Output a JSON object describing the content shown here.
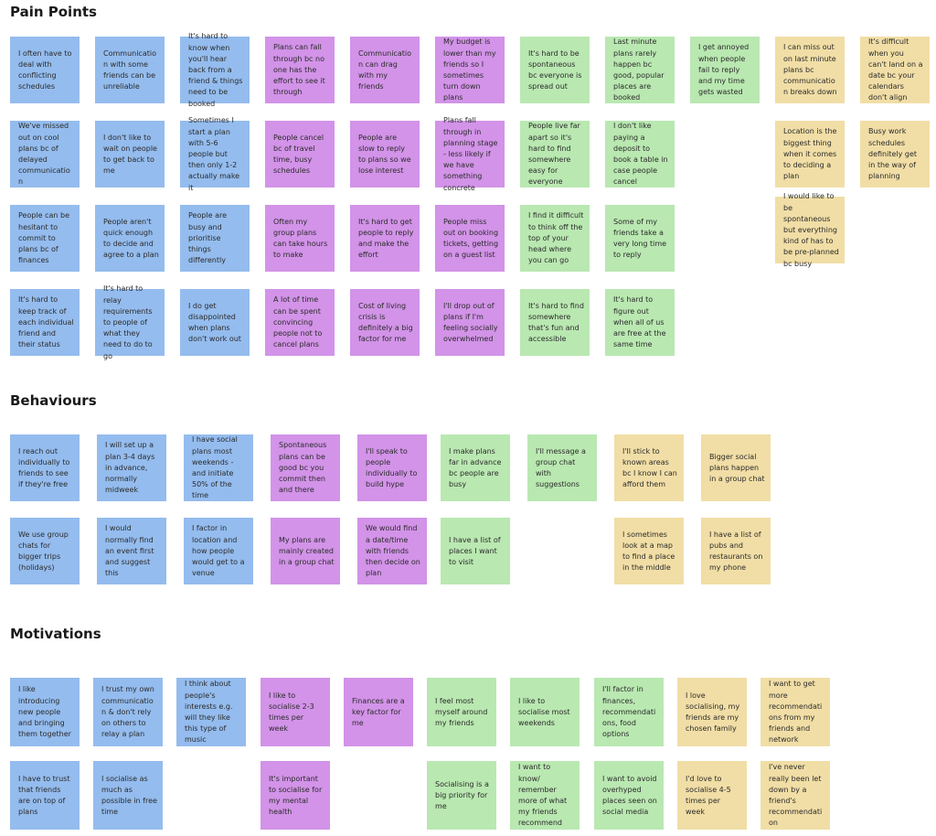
{
  "sections": {
    "pain_points": "Pain Points",
    "behaviours": "Behaviours",
    "motivations": "Motivations"
  },
  "colors": {
    "blue": "#94bcee",
    "purple": "#d293e8",
    "green": "#b9e8b1",
    "yellow": "#f1dea6"
  },
  "pain_points": [
    "I often have to deal with conflicting schedules",
    "Communication with some friends can be unreliable",
    "It's hard to know when you'll hear back from a friend & things need to be booked",
    "Plans can fall through bc no one has the effort to see it through",
    "Communication can drag with my friends",
    "My budget is lower than my friends so I sometimes turn down plans",
    "It's hard to be spontaneous bc everyone is spread out",
    "Last minute plans rarely happen bc good, popular places are booked",
    "I get annoyed when people fail to reply and my time gets wasted",
    "I can miss out on last minute plans bc communication breaks down",
    "It's difficult when you can't land on a date bc your calendars don't align",
    "We've missed out on cool plans bc of delayed communication",
    "I don't like to wait on people to get back to me",
    "Sometimes I start a plan with 5-6 people but then only 1-2 actually make it",
    "People cancel bc of travel time, busy schedules",
    "People are slow to reply to plans so we lose interest",
    "Plans fall through in planning stage - less likely if we have something concrete",
    "People live far apart so it's hard to find somewhere easy for everyone",
    "I don't like paying a deposit to book a table in case people cancel",
    "Location is the biggest thing when it comes to deciding a plan",
    "Busy work schedules definitely get in the way of planning",
    "People can be hesitant to commit to plans bc of finances",
    "People aren't quick enough to decide and agree to a plan",
    "People are busy and prioritise things differently",
    "Often my group plans can take hours to make",
    "It's hard to get people to reply and make the effort",
    "People miss out on booking tickets, getting on a guest list",
    "I find it difficult to think off the top of your head where you can go",
    "Some of my friends take a very long time to reply",
    "I would like to be spontaneous but everything kind of has to be pre-planned bc busy",
    "It's hard to keep track of each individual friend and their status",
    "It's hard to relay requirements to people of what they need to do to go",
    "I do get disappointed when plans don't work out",
    "A lot of time can be spent convincing people not to cancel plans",
    "Cost of living crisis is definitely a big factor for me",
    "I'll drop out of plans if I'm feeling socially overwhelmed",
    "It's hard to find somewhere that's fun and accessible",
    "It's hard to figure out when all of us are free at the same time"
  ],
  "behaviours": [
    "I reach out individually to friends to see if they're free",
    "I will set up a plan 3-4 days in advance, normally midweek",
    "I have social plans most weekends - and initiate 50% of the time",
    "Spontaneous plans can be good bc you commit then and there",
    "I'll speak to people individually to build hype",
    "I make plans far in advance bc people are busy",
    "I'll message a group chat with suggestions",
    "I'll stick to known areas bc I know I can afford them",
    "Bigger social plans happen in a group chat",
    "We use group chats for bigger trips (holidays)",
    "I would normally  find an event first and suggest this",
    "I factor in location and how people would get to a venue",
    "My plans are mainly created in a group chat",
    "We would find a date/time with friends then decide on plan",
    "I have a list of places I want to visit",
    "I sometimes look at a map to find a place in the middle",
    "I have a list of pubs and restaurants on my phone"
  ],
  "motivations": [
    "I like introducing new people and bringing them together",
    "I trust my own communication & don't rely on others to relay a plan",
    "I think about people's interests e.g. will they like this type of music",
    "I like to socialise 2-3 times per week",
    "Finances are a key factor for me",
    "I feel most myself around my friends",
    "I like to socialise most weekends",
    "I'll factor in finances, recommendations, food options",
    "I love socialising, my friends are my chosen family",
    "I want to get more recommendations from my friends and network",
    "I have to trust that friends are on top of plans",
    "I socialise as much as possible in free time",
    "It's important to socialise for my mental health",
    "Socialising is a big priority for me",
    "I want to know/ remember more of what my friends recommend",
    "I want to avoid overhyped places seen on social media",
    "I'd love to socialise 4-5 times per week",
    "I've never really been let down by a friend's recommendation"
  ]
}
